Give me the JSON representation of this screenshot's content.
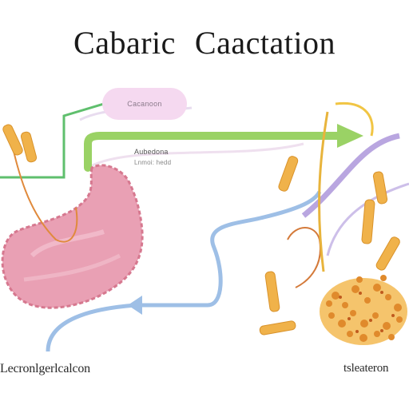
{
  "title": {
    "word1": "Cabaric",
    "word2": "Caactation"
  },
  "labels": {
    "pill": "Cacanoon",
    "mid_line1": "Aubedona",
    "mid_line2": "Lnmoi: hedd",
    "bottom_left": "Lecronlgerlcalcon",
    "bottom_right": "tsleateron"
  },
  "colors": {
    "stomach": "#e9a0b4",
    "stomach_edge": "#d6788f",
    "green_arrow": "#9ad265",
    "green_line": "#5fbf6d",
    "blue_arrow": "#9ebfe6",
    "purple_line": "#b9a6e0",
    "orange_line": "#e08a3c",
    "pasta": "#f0b24a"
  }
}
